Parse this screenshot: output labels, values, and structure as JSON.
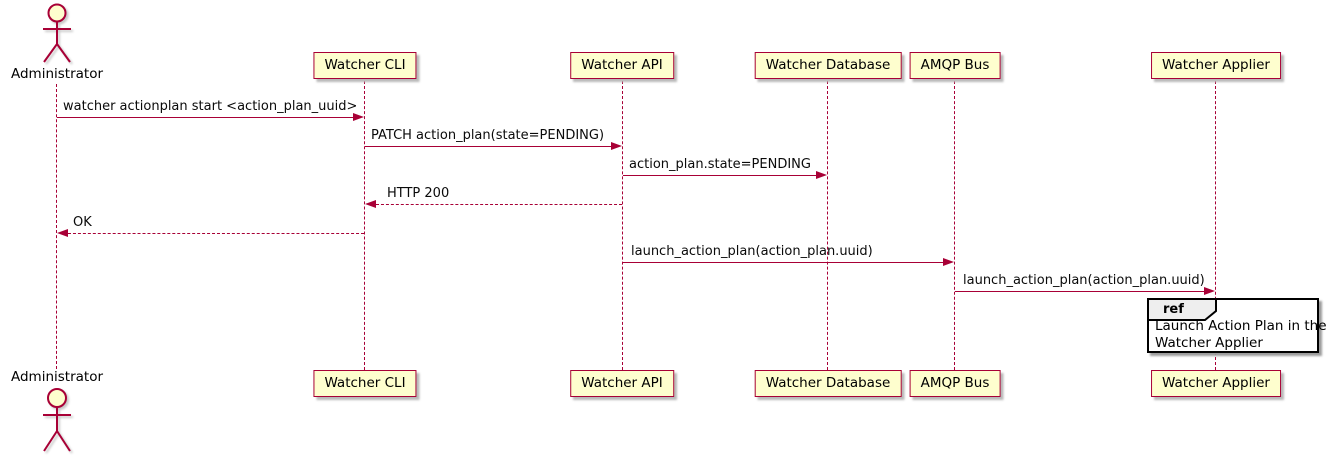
{
  "diagram": {
    "kind": "plantuml-sequence",
    "colors": {
      "accent": "#A80036",
      "participant_fill": "#FEFECE",
      "ref_header_fill": "#EEEEEE",
      "ref_border": "#000000",
      "background": "#FFFFFF",
      "text": "#000000"
    }
  },
  "actor": {
    "name": "Administrator"
  },
  "participants": [
    {
      "label": "Watcher CLI"
    },
    {
      "label": "Watcher API"
    },
    {
      "label": "Watcher Database"
    },
    {
      "label": "AMQP Bus"
    },
    {
      "label": "Watcher Applier"
    }
  ],
  "messages": [
    {
      "from": "Administrator",
      "to": "Watcher CLI",
      "style": "solid",
      "text": "watcher actionplan start <action_plan_uuid>"
    },
    {
      "from": "Watcher CLI",
      "to": "Watcher API",
      "style": "solid",
      "text": "PATCH action_plan(state=PENDING)"
    },
    {
      "from": "Watcher API",
      "to": "Watcher Database",
      "style": "solid",
      "text": "action_plan.state=PENDING"
    },
    {
      "from": "Watcher API",
      "to": "Watcher CLI",
      "style": "dashed",
      "text": "HTTP 200"
    },
    {
      "from": "Watcher CLI",
      "to": "Administrator",
      "style": "dashed",
      "text": "OK"
    },
    {
      "from": "Watcher API",
      "to": "AMQP Bus",
      "style": "solid",
      "text": "launch_action_plan(action_plan.uuid)"
    },
    {
      "from": "AMQP Bus",
      "to": "Watcher Applier",
      "style": "solid",
      "text": "launch_action_plan(action_plan.uuid)"
    }
  ],
  "ref": {
    "tag": "ref",
    "line1": "Launch Action Plan in the",
    "line2": "Watcher Applier"
  }
}
